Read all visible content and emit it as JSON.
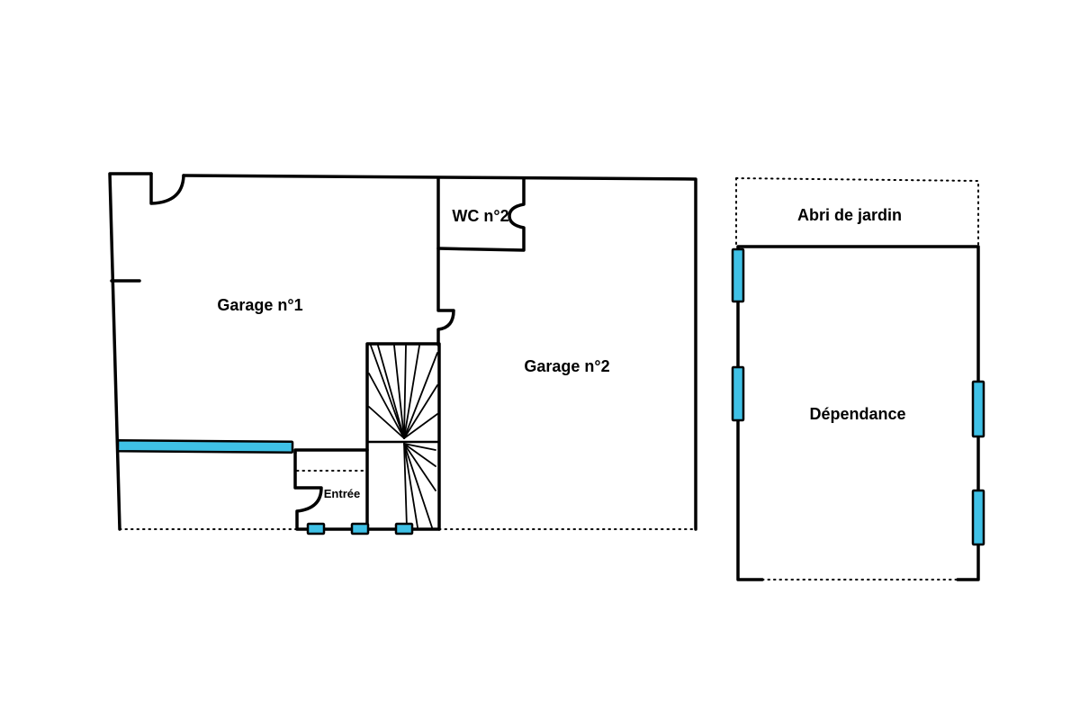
{
  "colors": {
    "wall": "#000000",
    "window": "#3fc1e6",
    "background": "#ffffff"
  },
  "rooms": {
    "garage_1": "Garage n°1",
    "garage_2": "Garage n°2",
    "wc_2": "WC n°2",
    "entree": "Entrée",
    "abri_de_jardin": "Abri de jardin",
    "dependance": "Dépendance"
  }
}
